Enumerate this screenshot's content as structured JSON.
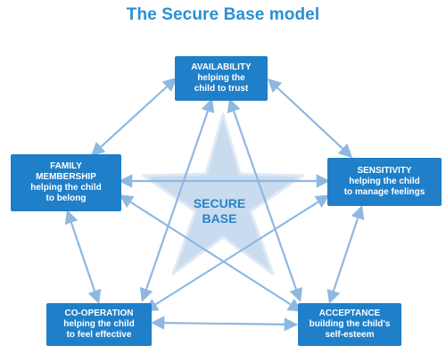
{
  "title": "The Secure Base model",
  "center": {
    "line1": "SECURE",
    "line2": "BASE"
  },
  "nodes": {
    "availability": {
      "heading": "AVAILABILITY",
      "line1": "helping the",
      "line2": "child to trust"
    },
    "sensitivity": {
      "heading": "SENSITIVITY",
      "line1": "helping the child",
      "line2": "to manage feelings"
    },
    "acceptance": {
      "heading": "ACCEPTANCE",
      "line1": "building the child's",
      "line2": "self-esteem"
    },
    "cooperation": {
      "heading": "CO-OPERATION",
      "line1": "helping the child",
      "line2": "to feel effective"
    },
    "family": {
      "heading1": "FAMILY",
      "heading2": "MEMBERSHIP",
      "line1": "helping the child",
      "line2": "to belong"
    }
  },
  "colors": {
    "title": "#2a8fd4",
    "box": "#1f7fc8",
    "arrow": "#8fb8e0",
    "star": "#c9dcef"
  }
}
